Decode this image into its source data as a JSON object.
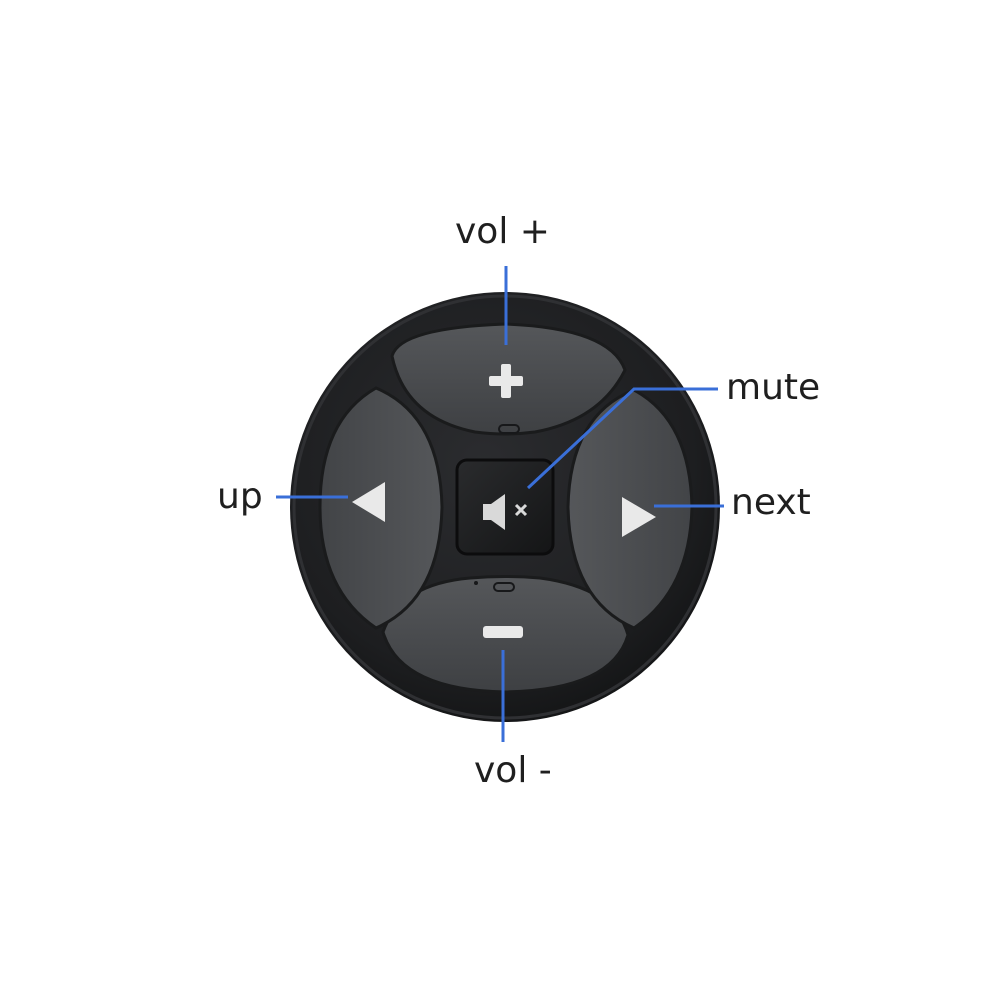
{
  "labels": {
    "vol_up": "vol +",
    "mute": "mute",
    "up": "up",
    "next": "next",
    "vol_down": "vol -"
  },
  "icons": {
    "vol_up": "plus-icon",
    "vol_down": "minus-icon",
    "prev": "triangle-left-icon",
    "next": "triangle-right-icon",
    "mute": "speaker-mute-icon"
  },
  "colors": {
    "background": "#ffffff",
    "body": "#1c1d1f",
    "button": "#47494c",
    "icon": "#e9e9e9",
    "leader_line": "#3a6fd8",
    "label_text": "#1f1f1f"
  }
}
